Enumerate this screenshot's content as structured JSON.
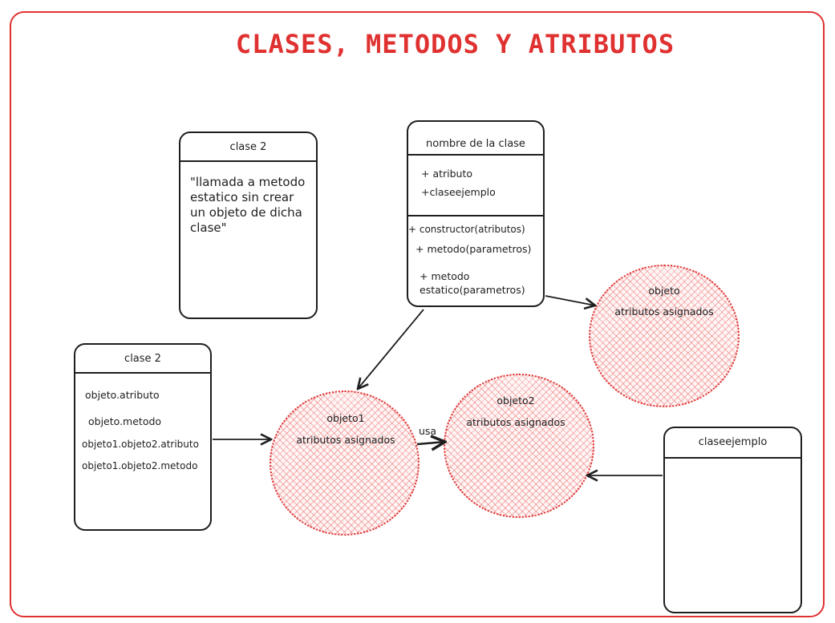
{
  "title": "CLASES, METODOS Y ATRIBUTOS",
  "colors": {
    "accent": "#e03131",
    "stroke": "#1e1e1e",
    "fill": "#ffc9c9"
  },
  "class_box": {
    "name": "nombre de la clase",
    "attributes": [
      "+ atributo",
      "+claseejemplo"
    ],
    "methods": [
      "+ constructor(atributos)",
      "+ metodo(parametros)",
      "+ metodo",
      "estatico(parametros)"
    ]
  },
  "clase2_note": {
    "name": "clase 2",
    "note": "\"llamada a metodo estatico sin crear un objeto de dicha clase\""
  },
  "clase2_usage": {
    "name": "clase 2",
    "items": [
      "objeto.atributo",
      "objeto.metodo",
      "objeto1.objeto2.atributo",
      "objeto1.objeto2.metodo"
    ]
  },
  "claseejemplo": {
    "name": "claseejemplo"
  },
  "objects": {
    "objeto": {
      "name": "objeto",
      "desc": "atributos asignados"
    },
    "objeto1": {
      "name": "objeto1",
      "desc": "atributos asignados"
    },
    "objeto2": {
      "name": "objeto2",
      "desc": "atributos asignados"
    }
  },
  "edge_labels": {
    "uses": "usa"
  }
}
